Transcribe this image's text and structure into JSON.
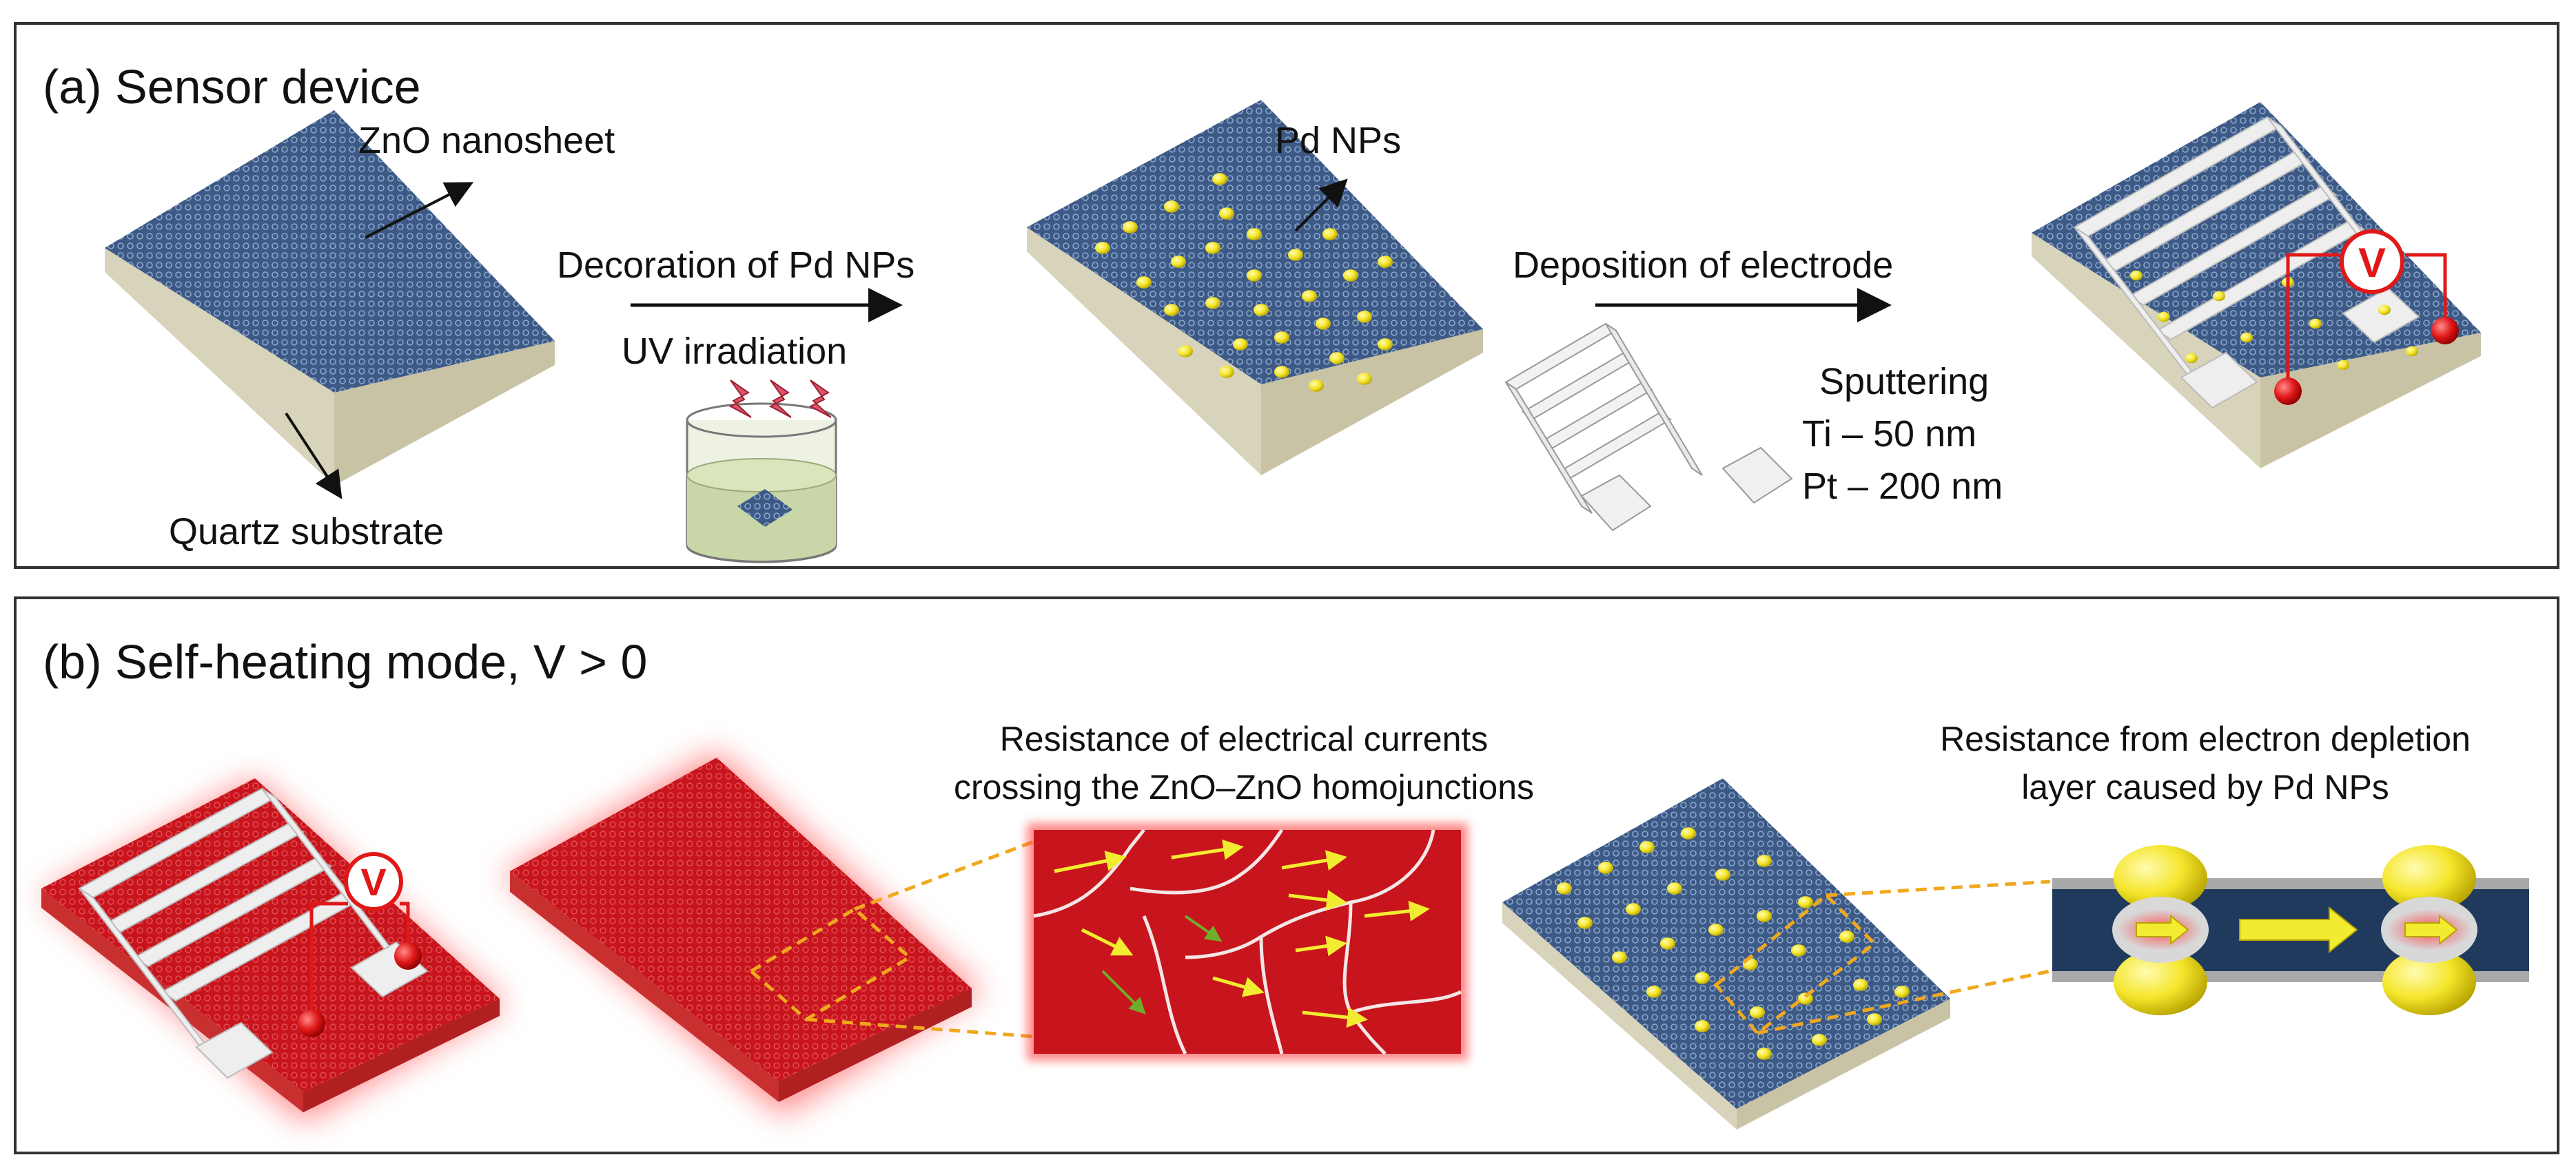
{
  "panel_a": {
    "title": "(a) Sensor device",
    "labels": {
      "zno": "ZnO nanosheet",
      "quartz": "Quartz substrate",
      "pd_nps": "Pd NPs",
      "decoration": "Decoration of Pd NPs",
      "uv": "UV irradiation",
      "deposition": "Deposition of electrode",
      "sputtering": "Sputtering",
      "ti": "Ti – 50 nm",
      "pt": "Pt – 200 nm"
    }
  },
  "panel_b": {
    "title": "(b) Self-heating mode, V > 0",
    "labels": {
      "resistance1_line1": "Resistance of electrical currents",
      "resistance1_line2": "crossing the ZnO–ZnO homojunctions",
      "resistance2_line1": "Resistance from electron depletion",
      "resistance2_line2": "layer caused by Pd NPs"
    }
  },
  "meter_symbol": "V",
  "colors": {
    "zno_blue": "#3d5a86",
    "substrate": "#e6e2cf",
    "pd_yellow": "#f5e62c",
    "heated_red": "#c8141c",
    "electrode": "#e8e8e8",
    "dashed_orange": "#f0a81e",
    "circuit_red": "#e01818"
  }
}
